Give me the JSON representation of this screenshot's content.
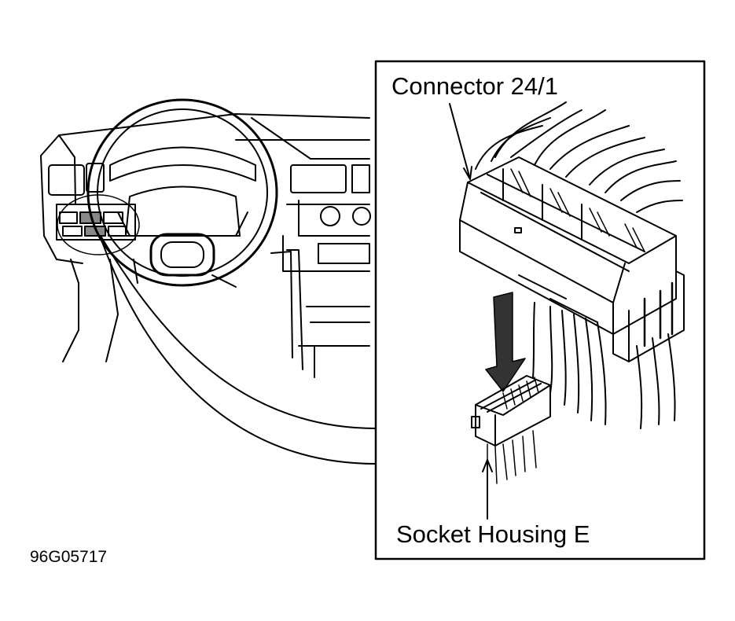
{
  "callouts": {
    "connector": "Connector 24/1",
    "socket": "Socket Housing E"
  },
  "figure_id": "96G05717",
  "colors": {
    "ink": "#000000",
    "paper": "#ffffff",
    "arrow_fill": "#333333"
  }
}
